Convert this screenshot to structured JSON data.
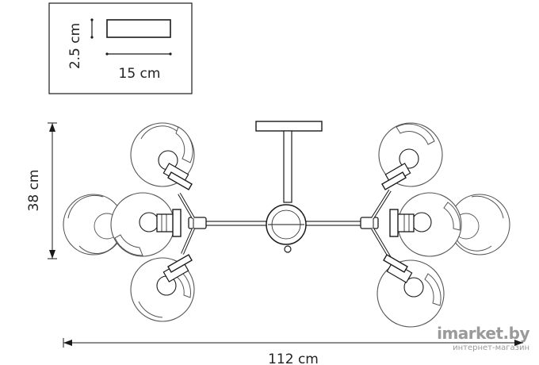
{
  "legend": {
    "height_label": "2.5 cm",
    "width_label": "15 cm"
  },
  "dimensions": {
    "height_label": "38 cm",
    "width_label": "112 cm"
  },
  "watermark": {
    "brand": "imarket.by",
    "tagline": "интернет-магазин"
  },
  "colors": {
    "line": "#1a1a1a",
    "glass": "#555555",
    "watermark": "#9a9a9a"
  }
}
